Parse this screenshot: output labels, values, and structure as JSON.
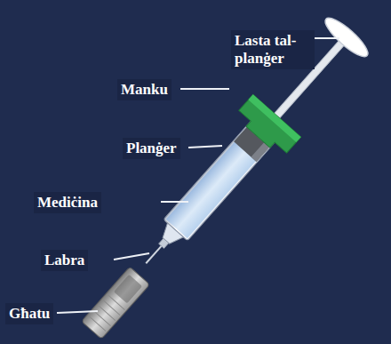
{
  "diagram": {
    "labels": [
      "Lasta tal-planġer",
      "Manku",
      "Planġer",
      "Mediċina",
      "Labra",
      "Għatu"
    ]
  }
}
